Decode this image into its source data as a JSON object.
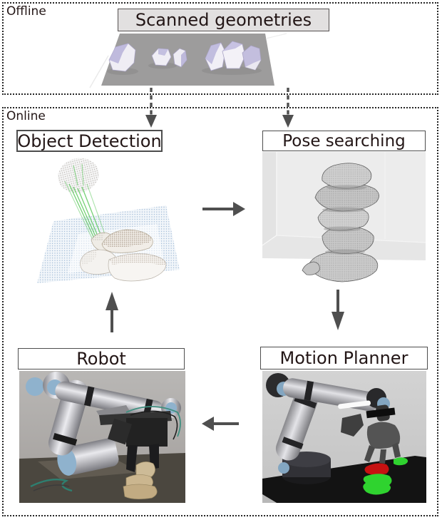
{
  "figure": {
    "sections": {
      "offline": {
        "label": "Offline"
      },
      "online": {
        "label": "Online"
      }
    },
    "nodes": {
      "scanned_geometries": {
        "label": "Scanned geometries"
      },
      "object_detection": {
        "label": "Object Detection"
      },
      "pose_searching": {
        "label": "Pose searching"
      },
      "robot": {
        "label": "Robot"
      },
      "motion_planner": {
        "label": "Motion Planner"
      }
    },
    "arrows": [
      {
        "name": "scanned-geometries-to-object-detection",
        "style": "dashed",
        "direction": "down"
      },
      {
        "name": "scanned-geometries-to-pose-searching",
        "style": "dashed",
        "direction": "down"
      },
      {
        "name": "object-detection-to-pose-searching",
        "style": "solid",
        "direction": "right"
      },
      {
        "name": "pose-searching-to-motion-planner",
        "style": "solid",
        "direction": "down"
      },
      {
        "name": "motion-planner-to-robot",
        "style": "solid",
        "direction": "left"
      },
      {
        "name": "robot-to-object-detection",
        "style": "solid",
        "direction": "up"
      }
    ],
    "colors": {
      "arrow": "#4f4f4f",
      "dotted_border": "#262626",
      "node_border": "#4d4d4d",
      "scanned_box_bg": "#e2e0e0",
      "text": "#231616",
      "pointcloud_blue": "#89a9cc",
      "beam_green": "#53c653",
      "scan_rock_purple": "#b9b4da",
      "robot_joint_blue": "#8fb2cd",
      "planner_green": "#2fd32f",
      "planner_red": "#c61111"
    }
  }
}
